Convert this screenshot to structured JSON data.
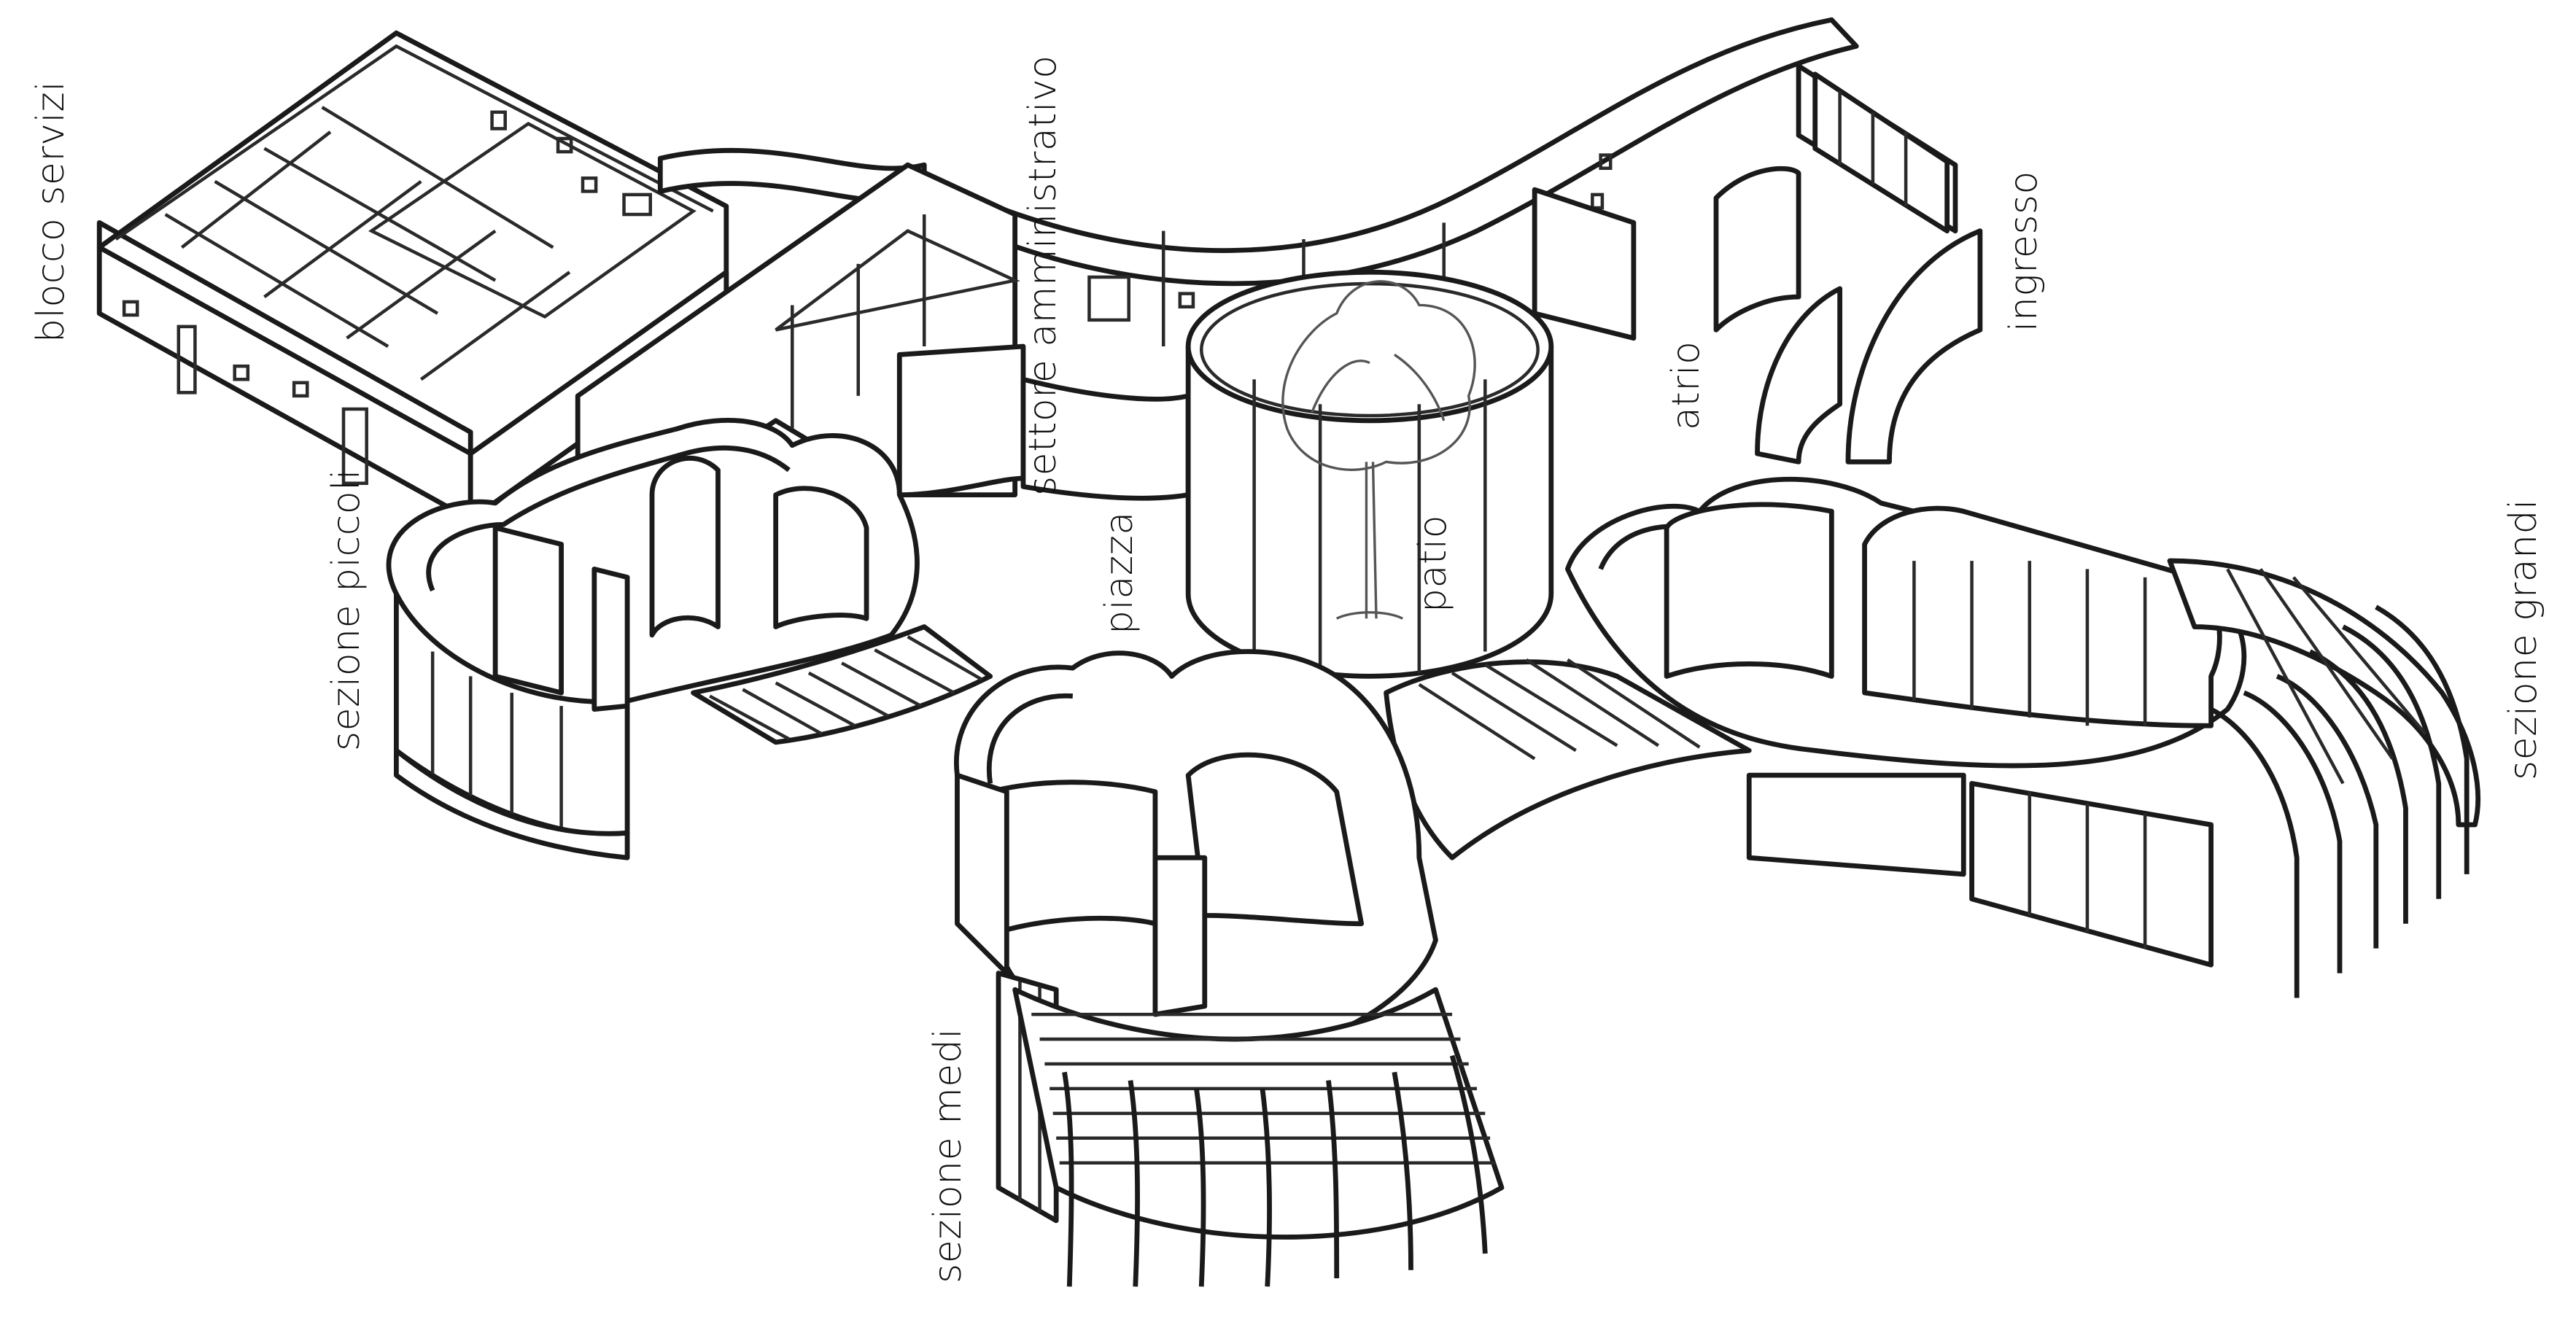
{
  "labels": {
    "blocco_servizi": "blocco servizi",
    "settore_amministrativo": "settore amministrativo",
    "ingresso": "ingresso",
    "atrio": "atrio",
    "sezione_piccoli": "sezione piccoli",
    "piazza": "piazza",
    "patio": "patio",
    "sezione_grandi": "sezione grandi",
    "sezione_medi": "sezione medi"
  },
  "colors": {
    "line": "#1a1a1a",
    "background": "#ffffff"
  }
}
